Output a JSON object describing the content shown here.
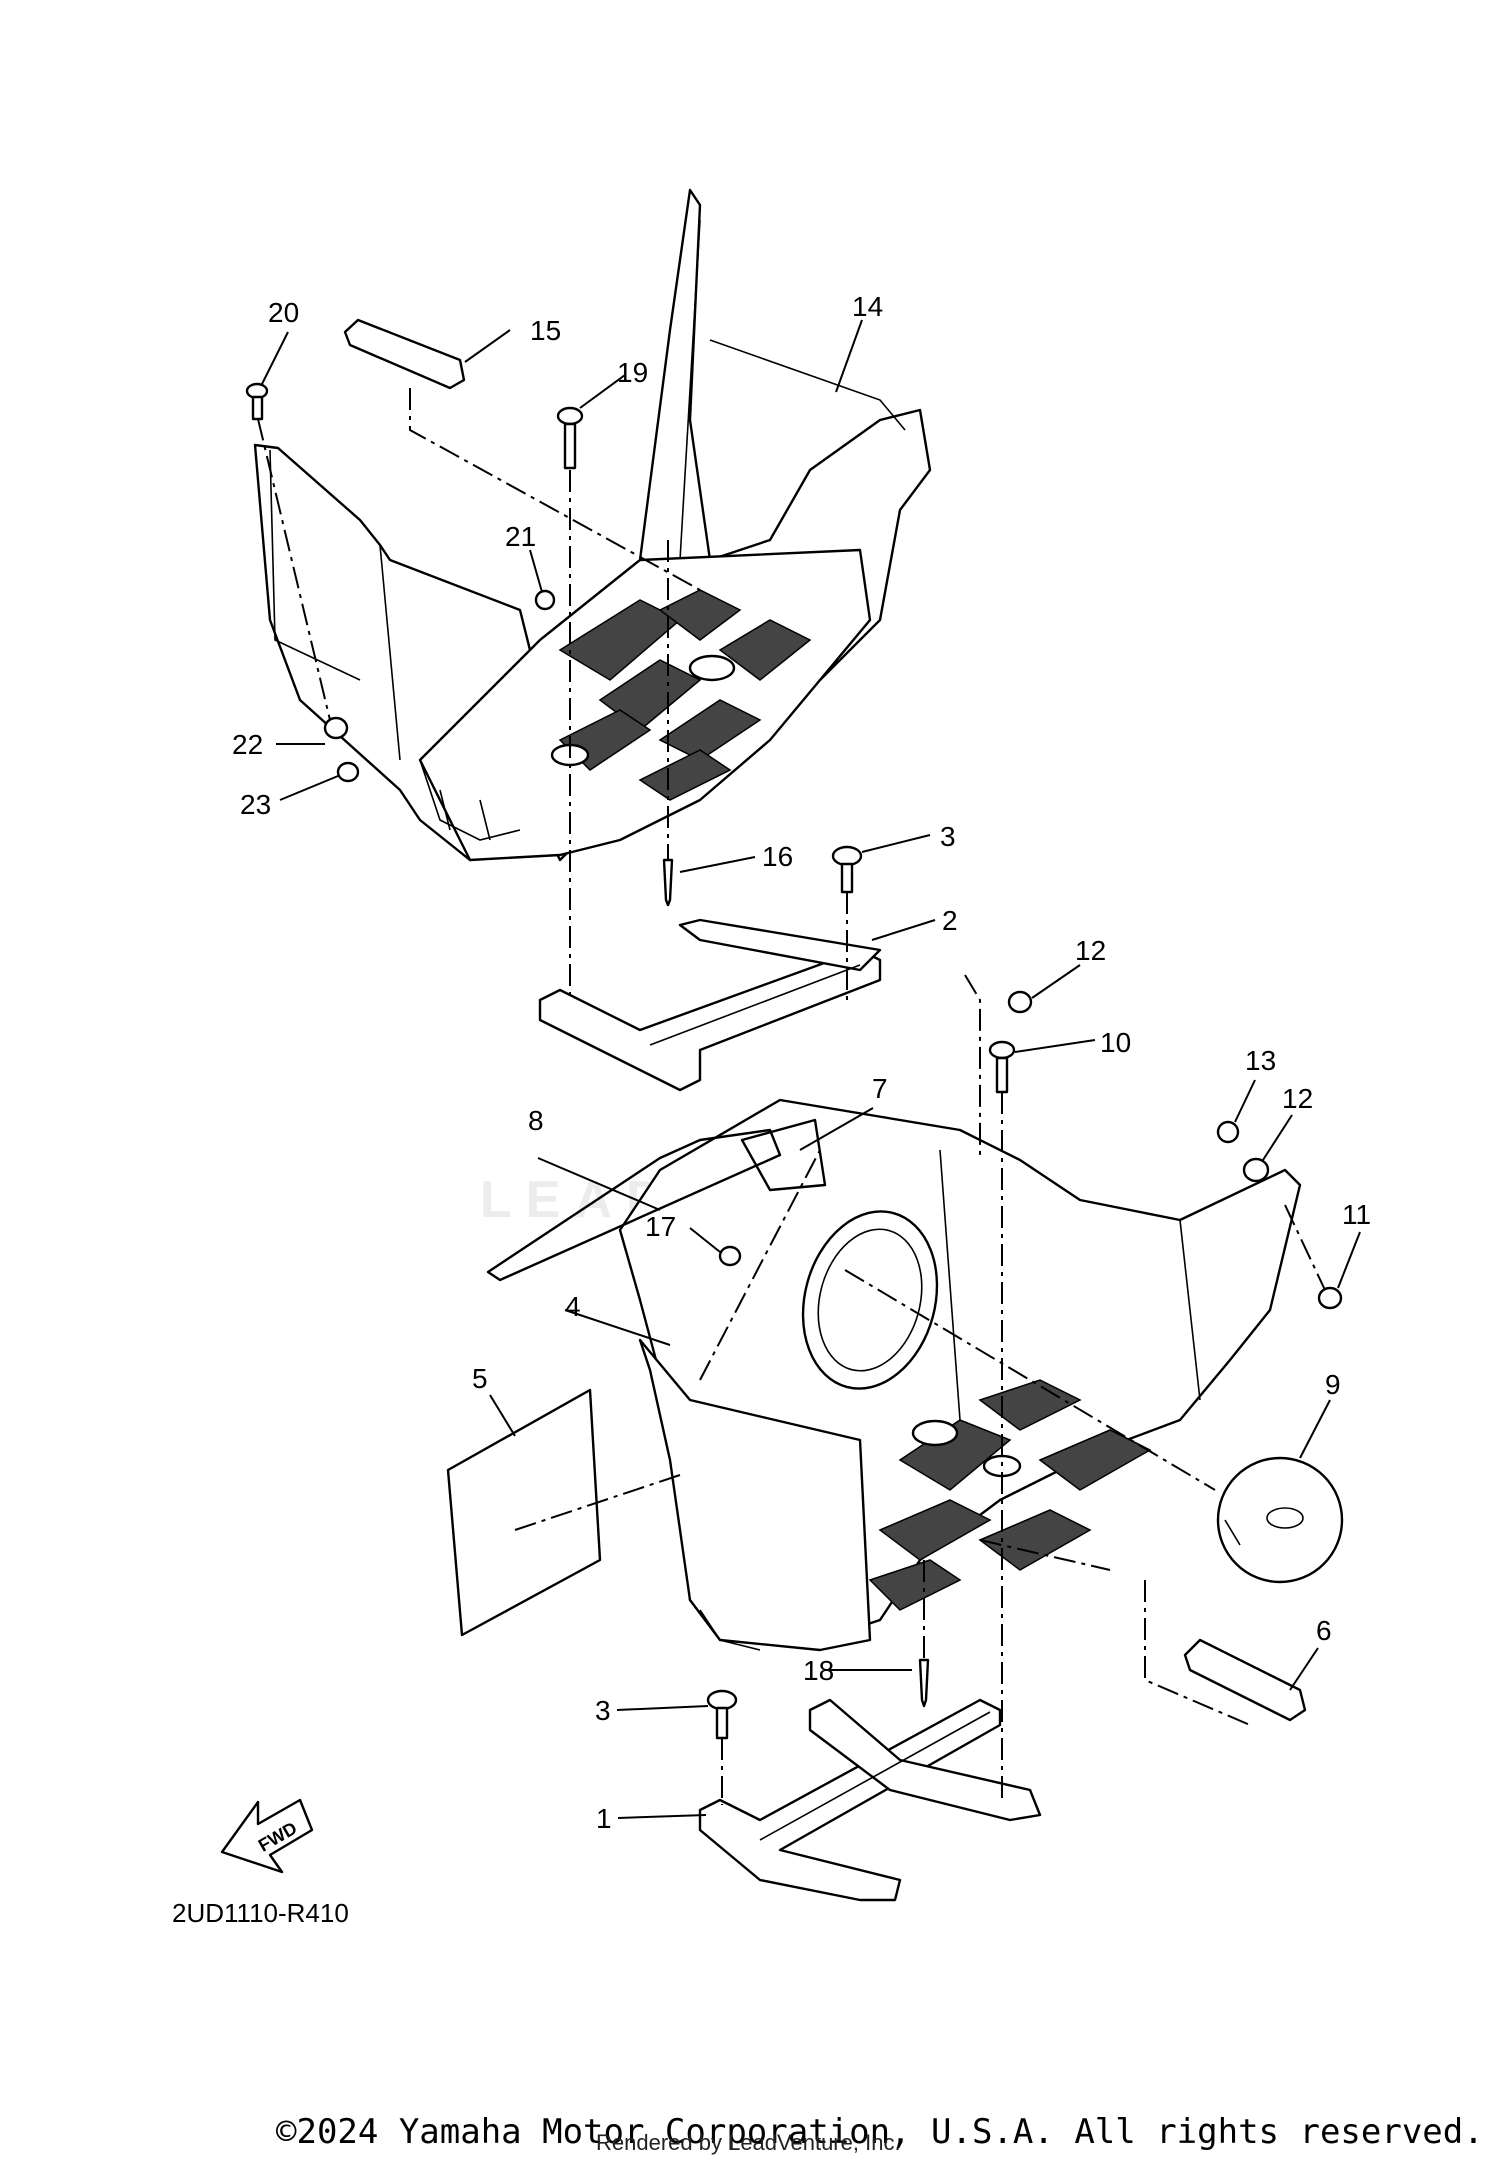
{
  "diagram": {
    "code": "2UD1110-R410",
    "fwd_label": "FWD",
    "watermark": "LEADVENTURE",
    "copyright": "©2024 Yamaha Motor Corporation, U.S.A. All rights reserved.",
    "rendered_by": "Rendered by LeadVenture, Inc.",
    "callouts": [
      "1",
      "2",
      "3",
      "3",
      "4",
      "5",
      "6",
      "7",
      "8",
      "9",
      "10",
      "11",
      "12",
      "12",
      "13",
      "14",
      "15",
      "16",
      "17",
      "18",
      "19",
      "20",
      "21",
      "22",
      "23"
    ]
  }
}
